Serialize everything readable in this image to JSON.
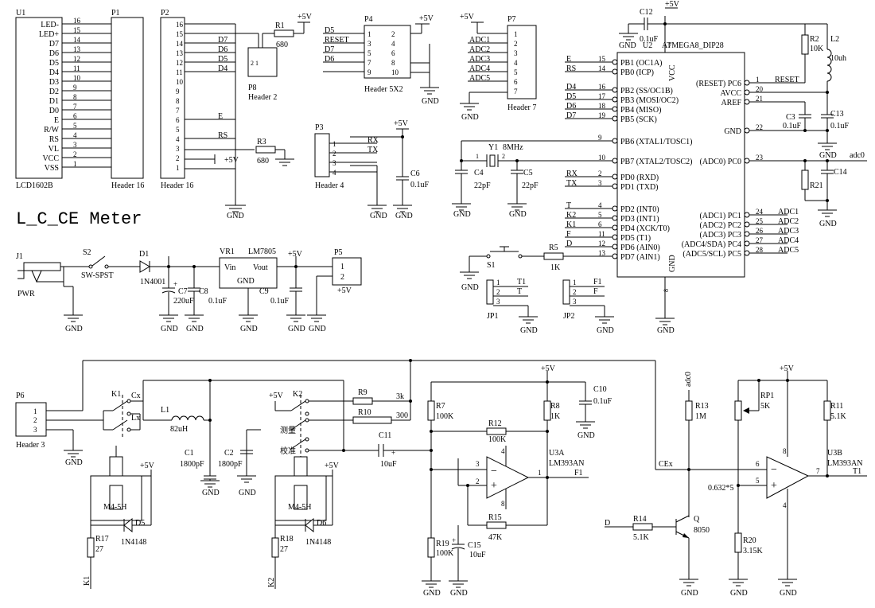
{
  "title": "L_C_CE Meter",
  "gnd": "GND",
  "p5v": "+5V",
  "vcc": "VCC",
  "lcd": {
    "ref": "U1",
    "name": "LCD1602B",
    "pins": [
      "LED-",
      "LED+",
      "D7",
      "D6",
      "D5",
      "D4",
      "D3",
      "D2",
      "D1",
      "D0",
      "E",
      "R/W",
      "RS",
      "VL",
      "VCC",
      "VSS"
    ],
    "nums": [
      "16",
      "15",
      "14",
      "13",
      "12",
      "11",
      "10",
      "9",
      "8",
      "7",
      "6",
      "5",
      "4",
      "3",
      "2",
      "1"
    ]
  },
  "p1": {
    "ref": "P1",
    "name": "Header 16"
  },
  "p2": {
    "ref": "P2",
    "name": "Header 16",
    "nets": [
      "",
      "",
      "D7",
      "D6",
      "D5",
      "D4",
      "",
      "",
      "",
      "",
      "E",
      "",
      "RS",
      "",
      "",
      ""
    ]
  },
  "r1": {
    "ref": "R1",
    "val": "680"
  },
  "r3": {
    "ref": "R3",
    "val": "680"
  },
  "p8": {
    "ref": "P8",
    "name": "Header 2"
  },
  "p4": {
    "ref": "P4",
    "name": "Header 5X2",
    "left": [
      "D5",
      "RESET",
      "D7",
      "D6"
    ],
    "lnums": [
      "1",
      "3",
      "5",
      "7",
      "9"
    ],
    "rnums": [
      "2",
      "4",
      "6",
      "8",
      "10"
    ]
  },
  "p3": {
    "ref": "P3",
    "name": "Header 4",
    "nets": [
      "RX",
      "TX",
      "",
      ""
    ],
    "nums": [
      "1",
      "2",
      "3",
      "4"
    ]
  },
  "c6": {
    "ref": "C6",
    "val": "0.1uF"
  },
  "p7": {
    "ref": "P7",
    "name": "Header 7",
    "nets": [
      "ADC1",
      "ADC2",
      "ADC3",
      "ADC4",
      "ADC5"
    ],
    "nums": [
      "1",
      "2",
      "3",
      "4",
      "5",
      "6",
      "7"
    ]
  },
  "mcu": {
    "ref": "U2",
    "name": "ATMEGA8_DIP28",
    "left": [
      {
        "net": "E",
        "num": "15",
        "pin": "PB1 (OC1A)"
      },
      {
        "net": "RS",
        "num": "14",
        "pin": "PB0 (ICP)"
      },
      {
        "net": "D4",
        "num": "16",
        "pin": "PB2 (SS/OC1B)"
      },
      {
        "net": "D5",
        "num": "17",
        "pin": "PB3 (MOSI/OC2)"
      },
      {
        "net": "D6",
        "num": "18",
        "pin": "PB4 (MISO)"
      },
      {
        "net": "D7",
        "num": "19",
        "pin": "PB5 (SCK)"
      },
      {
        "net": "",
        "num": "9",
        "pin": "PB6 (XTAL1/TOSC1)"
      },
      {
        "net": "",
        "num": "10",
        "pin": "PB7 (XTAL2/TOSC2)"
      },
      {
        "net": "RX",
        "num": "2",
        "pin": "PD0 (RXD)"
      },
      {
        "net": "TX",
        "num": "3",
        "pin": "PD1 (TXD)"
      },
      {
        "net": "T",
        "num": "4",
        "pin": "PD2 (INT0)"
      },
      {
        "net": "K2",
        "num": "5",
        "pin": "PD3 (INT1)"
      },
      {
        "net": "K1",
        "num": "6",
        "pin": "PD4 (XCK/T0)"
      },
      {
        "net": "F",
        "num": "11",
        "pin": "PD5 (T1)"
      },
      {
        "net": "D",
        "num": "12",
        "pin": "PD6 (AIN0)"
      },
      {
        "net": "",
        "num": "13",
        "pin": "PD7 (AIN1)"
      }
    ],
    "right": [
      {
        "pin": "(RESET) PC6",
        "num": "1",
        "net": "RESET"
      },
      {
        "pin": "AVCC",
        "num": "20",
        "net": ""
      },
      {
        "pin": "AREF",
        "num": "21",
        "net": ""
      },
      {
        "pin": "GND",
        "num": "22",
        "net": ""
      },
      {
        "pin": "(ADC0) PC0",
        "num": "23",
        "net": "adc0"
      },
      {
        "pin": "(ADC1) PC1",
        "num": "24",
        "net": "ADC1"
      },
      {
        "pin": "(ADC2) PC2",
        "num": "25",
        "net": "ADC2"
      },
      {
        "pin": "(ADC3) PC3",
        "num": "26",
        "net": "ADC3"
      },
      {
        "pin": "(ADC4/SDA) PC4",
        "num": "27",
        "net": "ADC4"
      },
      {
        "pin": "(ADC5/SCL) PC5",
        "num": "28",
        "net": "ADC5"
      }
    ],
    "vcc_num": "7",
    "gnd_num": "8",
    "vcc_lbl": "VCC",
    "gnd_lbl": "GND"
  },
  "c12": {
    "ref": "C12",
    "val": "0.1uF"
  },
  "r2": {
    "ref": "R2",
    "val": "10K"
  },
  "l2": {
    "ref": "L2",
    "val": "10uh"
  },
  "c3": {
    "ref": "C3",
    "val": "0.1uF"
  },
  "c13": {
    "ref": "C13",
    "val": "0.1uF"
  },
  "r21": {
    "ref": "R21"
  },
  "c14": {
    "ref": "C14"
  },
  "y1": {
    "ref": "Y1",
    "val": "8MHz"
  },
  "c4": {
    "ref": "C4",
    "val": "22pF"
  },
  "c5": {
    "ref": "C5",
    "val": "22pF"
  },
  "s1": {
    "ref": "S1"
  },
  "r5": {
    "ref": "R5",
    "val": "1K"
  },
  "jp1": {
    "ref": "JP1",
    "nums": [
      "1",
      "2",
      "3"
    ],
    "nets": [
      "T1",
      "T"
    ]
  },
  "jp2": {
    "ref": "JP2",
    "nums": [
      "1",
      "2",
      "3"
    ],
    "nets": [
      "F1",
      "F"
    ]
  },
  "power": {
    "j1": "J1",
    "pwr": "PWR",
    "s2": "S2",
    "s2val": "SW-SPST",
    "d1": "D1",
    "d1val": "1N4001",
    "c7": "C7",
    "c7val": "220uF",
    "c8": "C8",
    "c8val": "0.1uF",
    "vr1": "VR1",
    "vr1val": "LM7805",
    "vin": "Vin",
    "vout": "Vout",
    "vgnd": "GND",
    "c9": "C9",
    "c9val": "0.1uF",
    "p5": "P5",
    "p5n1": "1",
    "p5n2": "2"
  },
  "lc": {
    "p6": "P6",
    "p6name": "Header 3",
    "p6nums": [
      "1",
      "2",
      "3"
    ],
    "k1": "K1",
    "cx": "Cx",
    "lx": "Lx",
    "l1": "L1",
    "l1val": "82uH",
    "c1": "C1",
    "c1val": "1800pF",
    "c2": "C2",
    "c2val": "1800pF",
    "k2": "K2",
    "meas": "测量",
    "cal": "校准",
    "relay": "M4-5H",
    "d5": "D5",
    "d5val": "1N4148",
    "d6": "D6",
    "d6val": "1N4148",
    "r17": "R17",
    "r17val": "27",
    "r18": "R18",
    "r18val": "27",
    "k1net": "K1",
    "k2net": "K2",
    "r9": "R9",
    "r9val": "3k",
    "r10": "R10",
    "r10val": "300",
    "c11": "C11",
    "c11val": "10uF",
    "r7": "R7",
    "r7val": "100K",
    "r8": "R8",
    "r8val": "1K",
    "c10": "C10",
    "c10val": "0.1uF",
    "r12": "R12",
    "r12val": "100K",
    "u3a": "U3A",
    "u3aval": "LM393AN",
    "r15": "R15",
    "r15val": "47K",
    "r19": "R19",
    "r19val": "100K",
    "c15": "C15",
    "c15val": "10uF",
    "f1": "F1",
    "n3": "3",
    "n2": "2",
    "n1": "1",
    "n4": "4",
    "n8": "8"
  },
  "ce": {
    "adc0": "adc0",
    "r13": "R13",
    "r13val": "1M",
    "rp1": "RP1",
    "rp1val": "5K",
    "r11": "R11",
    "r11val": "5.1K",
    "u3b": "U3B",
    "u3bval": "LM393AN",
    "cex": "CEx",
    "ref": "0.632*5",
    "t1": "T1",
    "d": "D",
    "r14": "R14",
    "r14val": "5.1K",
    "q": "Q",
    "qval": "8050",
    "r20": "R20",
    "r20val": "3.15K",
    "n6": "6",
    "n5": "5",
    "n7": "7",
    "n8": "8",
    "n4": "4"
  }
}
